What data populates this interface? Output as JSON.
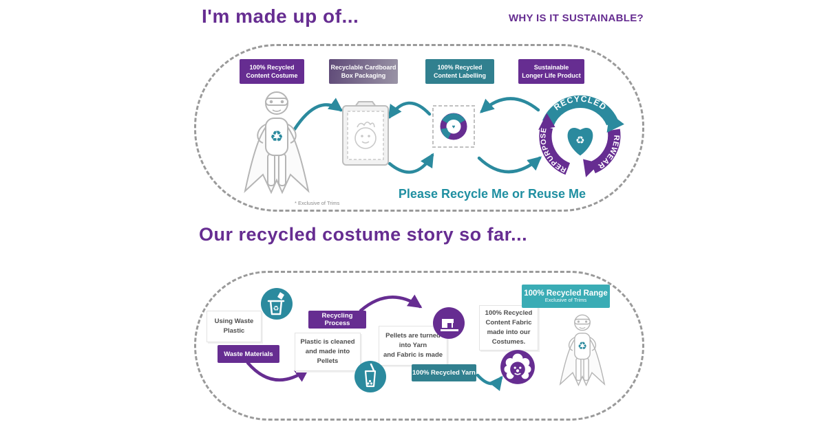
{
  "colors": {
    "purple": "#662d91",
    "teal": "#2b8a9e",
    "teal_badge": "#31808f",
    "teal_light": "#3aacb5",
    "outline_gray": "#b5b5b5",
    "dash_gray": "#9a9a9a"
  },
  "icons": {
    "recycle_symbol": "♻",
    "heart_symbol": "♥",
    "names": [
      "superhero-figure-icon",
      "packaging-bag-icon",
      "recycled-label-icon",
      "recycle-cycle-logo",
      "heart-recycle-icon",
      "recycle-bin-icon",
      "pellets-jar-icon",
      "sewing-machine-icon",
      "wig-face-icon"
    ]
  },
  "top": {
    "title": "I'm made up of...",
    "question": "WHY IS IT SUSTAINABLE?",
    "badges": [
      {
        "label": "100% Recycled\nContent Costume"
      },
      {
        "label": "Recyclable Cardboard\nBox Packaging"
      },
      {
        "label": "100% Recycled\nContent Labelling"
      },
      {
        "label": "Sustainable\nLonger Life Product"
      }
    ],
    "cycle": {
      "top": "RECYCLED",
      "right": "REWEAR",
      "left": "REPURPOSE"
    },
    "tagline": "Please Recycle Me or Reuse Me",
    "footnote": "* Exclusive of Trims"
  },
  "bottom": {
    "title": "Our recycled costume story so far...",
    "using_waste": "Using Waste\nPlastic",
    "waste_materials": "Waste Materials",
    "recycling_process": "Recycling Process",
    "cleaned": "Plastic is cleaned\nand made into\nPellets",
    "pellets": "Pellets are turned\ninto Yarn\nand Fabric is made",
    "yarn": "100% Recycled Yarn",
    "fabric": "100% Recycled\nContent Fabric\nmade into our\nCostumes.",
    "range": "100% Recycled Range",
    "range_sub": "Exclusive of Trims"
  }
}
